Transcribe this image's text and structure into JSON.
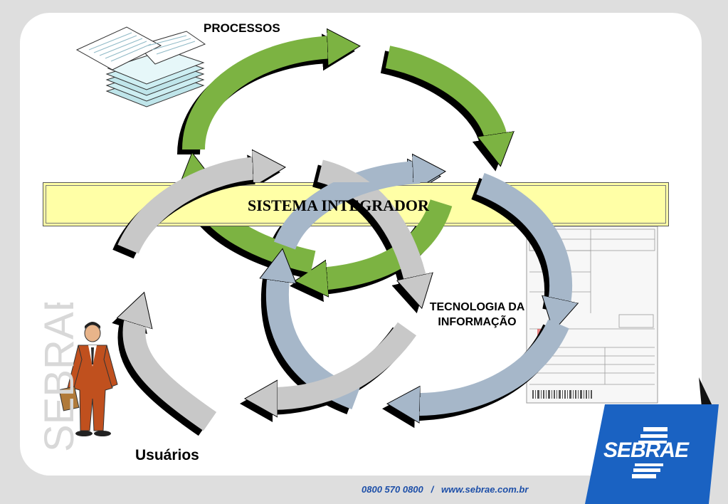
{
  "diagram": {
    "processes_label": "PROCESSOS",
    "central_band_label": "SISTEMA INTEGRADOR",
    "it_label_line1": "TECNOLOGIA DA",
    "it_label_line2": "INFORMAÇÃO",
    "users_label": "Usuários"
  },
  "branding": {
    "watermark": "SEBRAE",
    "logo": "SEBRAE",
    "footer_text": "0800 570 0800   /   www.sebrae.com.br"
  },
  "colors": {
    "green_arrows": "#7cb342",
    "blue_arrows": "#a6b7c9",
    "gray_arrows": "#c8c8c8",
    "band_fill": "#ffffa6",
    "logo_blue": "#1a62c2"
  },
  "icons": [
    "documents-stack-icon",
    "businessman-figure-icon",
    "invoice-form-icon"
  ]
}
